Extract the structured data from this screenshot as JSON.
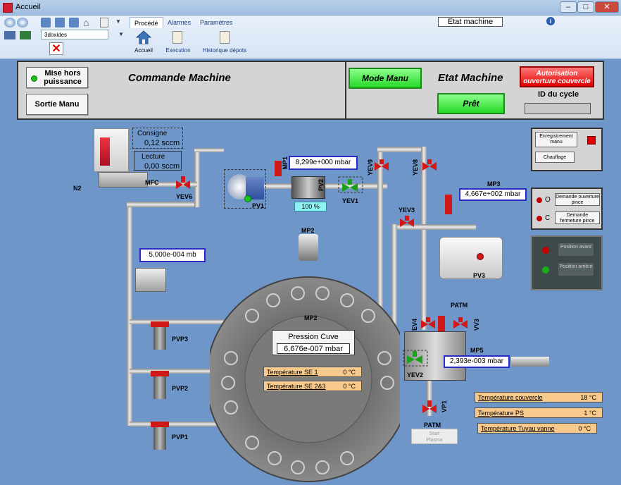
{
  "window": {
    "title": "Accueil"
  },
  "ribbon": {
    "tabs": [
      "Procédé",
      "Alarmes",
      "Paramètres"
    ],
    "etat_button": "Etat machine",
    "config_name": "3doxides",
    "buttons": [
      "Accueil",
      "Execution",
      "Historique dépots"
    ]
  },
  "commande": {
    "mise_hors": "Mise hors\npuissance",
    "sortie": "Sortie Manu",
    "title": "Commande Machine"
  },
  "etat": {
    "mode": "Mode Manu",
    "title": "Etat Machine",
    "pret": "Prêt",
    "autorisation": "Autorisation\nouverture couvercle",
    "id_cycle": "ID du cycle",
    "id_value": ""
  },
  "mfc": {
    "consigne_label": "Consigne",
    "consigne_value": "0,12 sccm",
    "lecture_label": "Lecture",
    "lecture_value": "0,00 sccm",
    "name": "MFC",
    "gas": "N2"
  },
  "gauges": {
    "mp1": "8,299e+000 mbar",
    "pv2_pct": "100 %",
    "mp3": "4,667e+002 mbar",
    "gauge_left": "5,000e-004 mb",
    "pression_label": "Pression Cuve",
    "pression_value": "6,676e-007 mbar",
    "mp5": "2,393e-003 mbar"
  },
  "labels": {
    "yev6": "YEV6",
    "pv1": "PV1",
    "mp1": "MP1",
    "pv2": "PV2",
    "yev1": "YEV1",
    "yev9": "YEV9",
    "yev8": "YEV8",
    "mp3": "MP3",
    "yev3": "YEV3",
    "pv3": "PV3",
    "mp2": "MP2",
    "mp2b": "MP2",
    "patm_top": "PATM",
    "yev4": "YEV4",
    "vv3": "VV3",
    "mp5": "MP5",
    "yev2": "YEV2",
    "vp1": "VP1",
    "patm_bot": "PATM",
    "pvp3": "PVP3",
    "pvp2": "PVP2",
    "pvp1": "PVP1"
  },
  "temps": [
    {
      "name": "Température SE 1",
      "value": "0 °C"
    },
    {
      "name": "Température SE 2&3",
      "value": "0 °C"
    },
    {
      "name": "Température couvercle",
      "value": "18 °C"
    },
    {
      "name": "Température PS",
      "value": "1 °C"
    },
    {
      "name": "Température Tuyau vanne",
      "value": "0 °C"
    }
  ],
  "side": {
    "enreg": "Enregistrement manu",
    "chauffage": "Chauffage",
    "o": "O",
    "c": "C",
    "dem_ouv": "Demande ouverture pince",
    "dem_ferm": "Demande fermeture pince",
    "pos_avant": "Position avant",
    "pos_arriere": "Position arrière"
  },
  "start_plasma": "Start\nPlasma"
}
